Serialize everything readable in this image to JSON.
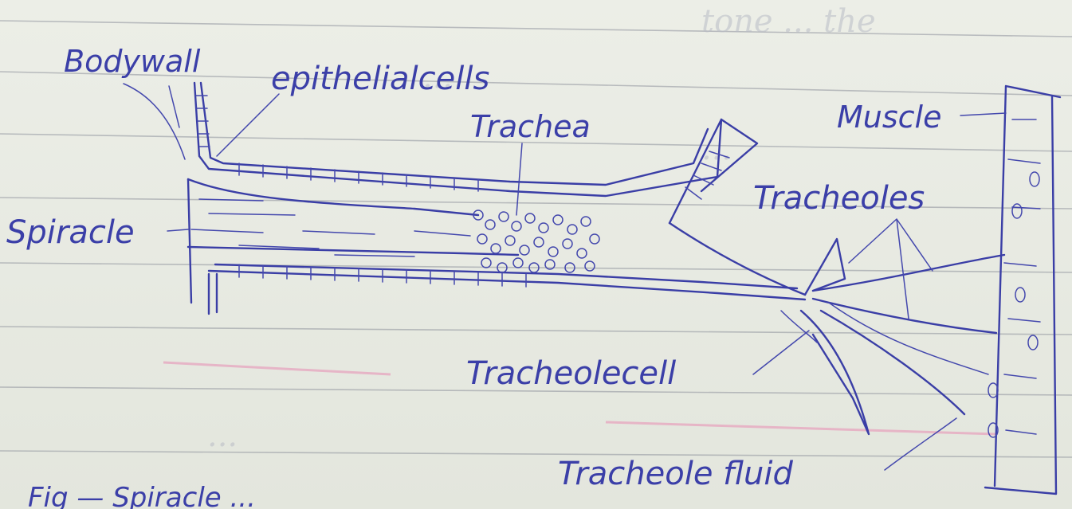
{
  "labels": {
    "body_wall": "Bodywall",
    "epithelial_cells": "epithelialcells",
    "trachea": "Trachea",
    "muscle": "Muscle",
    "spiracle": "Spiracle",
    "tracheoles": "Tracheoles",
    "tracheole_cell": "Tracheolecell",
    "tracheole_fluid": "Tracheole fluid",
    "caption": "Fig — Spiracle ..."
  },
  "colors": {
    "ink": "#3a3ea6",
    "paper": "#e6e9e1",
    "ruled_line": "#8e929c",
    "margin_line": "#e7a9c1"
  }
}
